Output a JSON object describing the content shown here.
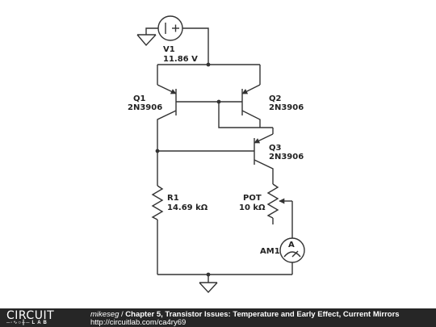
{
  "components": {
    "v1": {
      "name": "V1",
      "value": "11.86 V"
    },
    "q1": {
      "name": "Q1",
      "part": "2N3906"
    },
    "q2": {
      "name": "Q2",
      "part": "2N3906"
    },
    "q3": {
      "name": "Q3",
      "part": "2N3906"
    },
    "r1": {
      "name": "R1",
      "value": "14.69 kΩ"
    },
    "pot": {
      "name": "POT",
      "value": "10 kΩ"
    },
    "am1": {
      "name": "AM1",
      "symbol": "A"
    }
  },
  "icons": {
    "ground": "ground-icon",
    "source": "dc-voltage-source-icon",
    "ammeter": "ammeter-icon"
  },
  "colors": {
    "wire": "#333333",
    "footer_bg": "#262626"
  },
  "footer": {
    "logo_top": "CIRCUIT",
    "logo_bottom": "LAB",
    "author": "mikeseg",
    "separator": " / ",
    "title": "Chapter 5, Transistor Issues: Temperature and Early Effect, Current Mirrors",
    "url": "http://circuitlab.com/ca4ry69"
  }
}
